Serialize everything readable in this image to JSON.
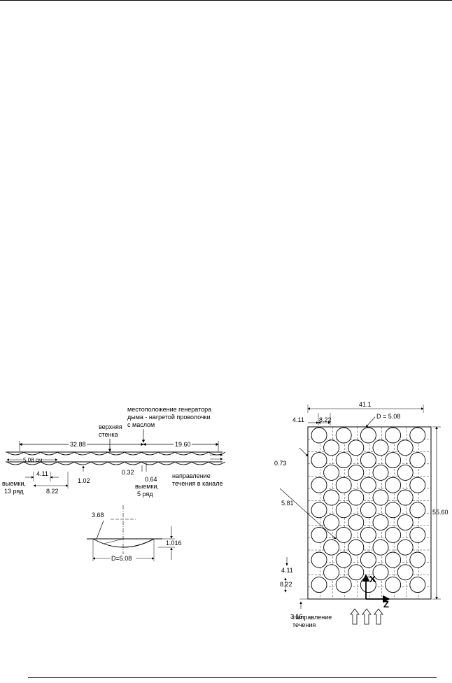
{
  "left_figure": {
    "smoke_generator_label": [
      "местоположение генератора",
      "дыма - нагретой проволочки",
      "с маслом"
    ],
    "upper_wall_label": [
      "верхняя",
      "стенка"
    ],
    "dim_32_88": "32.88",
    "dim_19_60": "19.60",
    "dim_5_08_cm": "5.08 см",
    "dim_4_11": "4.11",
    "dim_8_22": "8.22",
    "dim_1_02": "1.02",
    "dim_0_32": "0.32",
    "dim_0_64": "0.64",
    "dimples_row13": [
      "выемки,",
      "13 ряд"
    ],
    "dimples_row5": [
      "выемки,",
      "5 ряд"
    ],
    "flow_direction_channel": [
      "направление",
      "течения в канале"
    ],
    "detail_3_68": "3.68",
    "detail_1_016": "1.016",
    "detail_D": "D=5.08"
  },
  "right_figure": {
    "dim_41_1": "41.1",
    "dim_4_11_top": "4.11",
    "dim_8_22_top": "8.22",
    "dim_D": "D = 5.08",
    "dim_0_73": "0.73",
    "dim_5_81": "5.81",
    "dim_55_60": "55.60",
    "dim_4_11": "4.11",
    "dim_8_22": "8.22",
    "dim_3_16": "3.16",
    "axis_x": "X",
    "axis_z": "Z",
    "flow_direction": [
      "Направление",
      "течения"
    ]
  }
}
